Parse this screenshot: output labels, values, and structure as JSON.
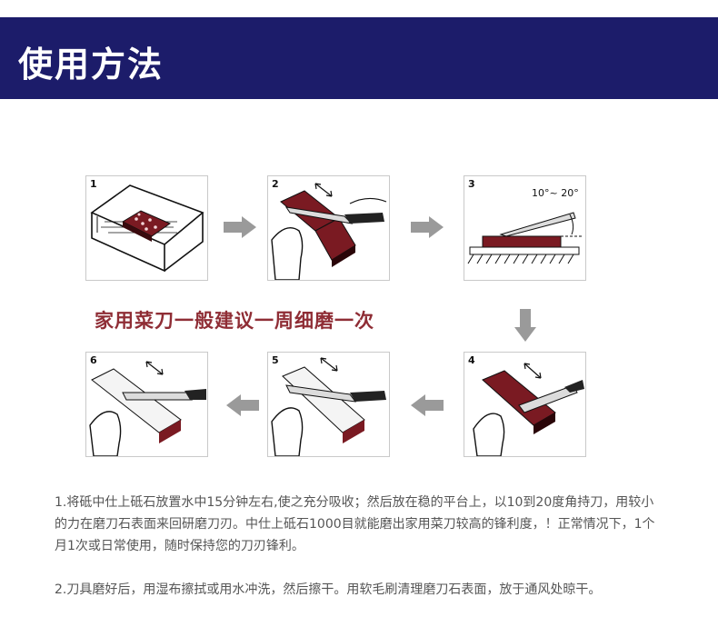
{
  "header": {
    "title": "使用方法"
  },
  "steps": [
    {
      "number": "1"
    },
    {
      "number": "2"
    },
    {
      "number": "3",
      "angle_label": "10°~ 20°"
    },
    {
      "number": "4"
    },
    {
      "number": "5"
    },
    {
      "number": "6"
    }
  ],
  "recommendation": "家用菜刀一般建议一周细磨一次",
  "instructions": [
    "1.将砥中仕上砥石放置水中15分钟左右,使之充分吸收；然后放在稳的平台上，以10到20度角持刀，用较小的力在磨刀石表面来回研磨刀刃。中仕上砥石1000目就能磨出家用菜刀较高的锋利度，！正常情况下，1个月1次或日常使用，随时保持您的刀刃锋利。",
    "2.刀具磨好后，用湿布擦拭或用水冲洗，然后擦干。用软毛刷清理磨刀石表面，放于通风处晾干。"
  ],
  "colors": {
    "header_bg": "#1c1c6a",
    "accent_red": "#8f2d35",
    "arrow_gray": "#9a9a9a",
    "stone_red": "#7a1a22"
  }
}
